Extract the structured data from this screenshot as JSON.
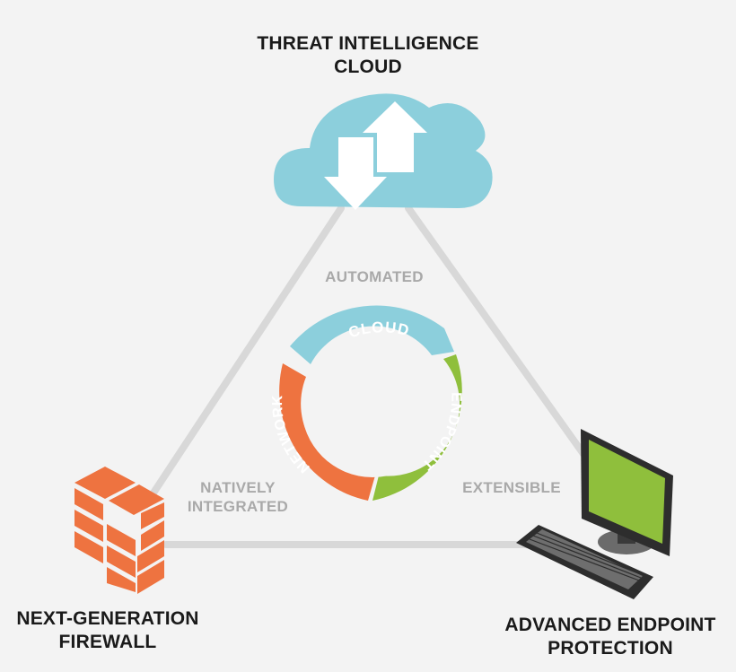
{
  "nodes": {
    "cloud": {
      "title_lines": [
        "THREAT INTELLIGENCE",
        "CLOUD"
      ],
      "icon": "cloud-sync-icon"
    },
    "firewall": {
      "title_lines": [
        "NEXT-GENERATION",
        "FIREWALL"
      ],
      "icon": "brick-wall-icon"
    },
    "endpoint": {
      "title_lines": [
        "ADVANCED ENDPOINT",
        "PROTECTION"
      ],
      "icon": "desktop-computer-icon"
    }
  },
  "edges": {
    "top": {
      "lines": [
        "AUTOMATED"
      ]
    },
    "left": {
      "lines": [
        "NATIVELY",
        "INTEGRATED"
      ]
    },
    "right": {
      "lines": [
        "EXTENSIBLE"
      ]
    }
  },
  "cycle": {
    "segments": [
      {
        "label": "CLOUD",
        "color": "#8ccfdc"
      },
      {
        "label": "ENDPOINT",
        "color": "#8fbf3c"
      },
      {
        "label": "NETWORK",
        "color": "#ee7340"
      }
    ]
  },
  "colors": {
    "background": "#f3f3f3",
    "triangle_line": "#d8d8d8",
    "cloud": "#8ccfdc",
    "firewall": "#ee7340",
    "monitor_screen": "#8fbf3c",
    "monitor_body": "#2d2d2d",
    "title_text": "#1a1a1a",
    "edge_text": "#a9a9a9"
  }
}
